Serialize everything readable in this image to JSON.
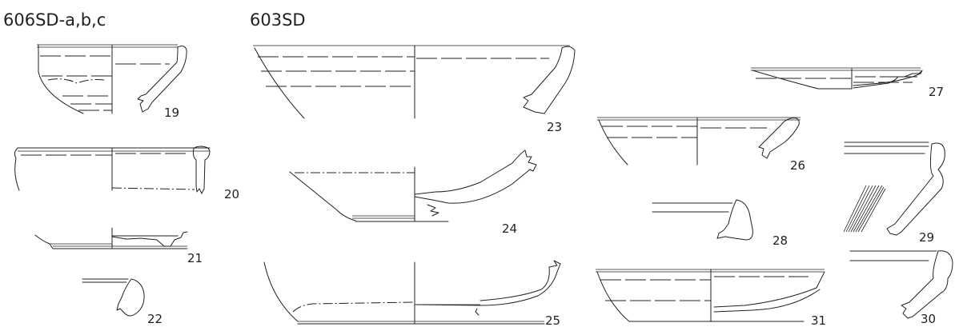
{
  "groups": [
    {
      "label": "606SD-a,b,c"
    },
    {
      "label": "603SD"
    }
  ],
  "items": [
    "19",
    "20",
    "21",
    "22",
    "23",
    "24",
    "25",
    "26",
    "27",
    "28",
    "29",
    "30",
    "31"
  ]
}
